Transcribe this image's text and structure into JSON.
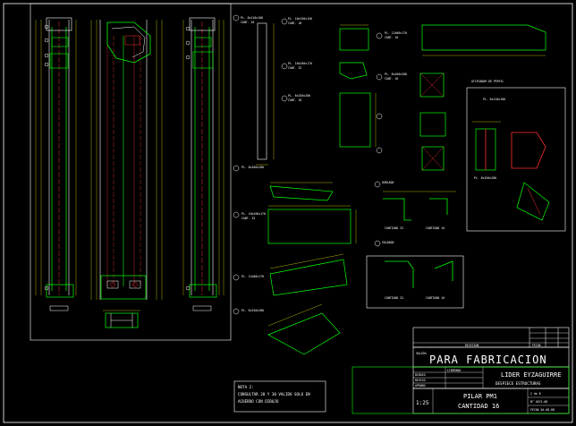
{
  "title_block": {
    "banner": "PARA FABRICACION",
    "revision_header": "REVISION",
    "revision_date": "FECHA",
    "valid_label": "VALIDO",
    "company": "LIDER EYZAGUIRRE",
    "subtitle": "DESPIECE ESTRUCTURAS",
    "element_name": "PILAR PM1",
    "quantity": "CANTIDAD 16",
    "scale": "1:25",
    "sheet_no": "2 de 8",
    "drawing_no": "N° 4674-08",
    "date": "FECHA 04-08-08",
    "approval_rows": [
      "DIBUJO",
      "REVISO",
      "APROBO",
      "LIBERADO"
    ]
  },
  "note": {
    "title": "NOTA 2:",
    "line1": "CONSULTAR 20 Y 30 VALIDO SOLO EN",
    "line2": "ACUERDO CON DIBUJO"
  },
  "detail_labels": [
    "PL. 8x110x100",
    "CANT. 16",
    "PL. 10x150x150",
    "CANT. 16",
    "PL. 10x200x170",
    "CANT. 32",
    "PL. 8x150x200",
    "CANT. 16",
    "PL. 12x80x170",
    "CANT. 16",
    "PL. 8x100x200",
    "CANT. 16",
    "ATIESADOR DE PERFIL",
    "PL. 8x110x100",
    "PL. 8x150x200",
    "DOBLADO",
    "CANTIDAD 32",
    "CANTIDAD 16",
    "SOLDADO",
    "NOTA"
  ],
  "colors": {
    "background": "#000000",
    "outline": "#ffffff",
    "part": "#00ff00",
    "hidden": "#ff0000",
    "dimension": "#ffff00",
    "centerline": "#ff3030"
  }
}
